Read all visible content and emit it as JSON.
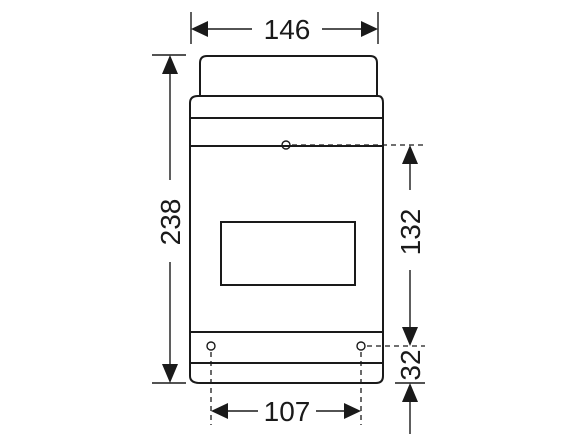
{
  "dimensions": {
    "width": "146",
    "height": "238",
    "mount_vertical": "132",
    "mount_bottom": "32",
    "mount_horizontal": "107"
  }
}
